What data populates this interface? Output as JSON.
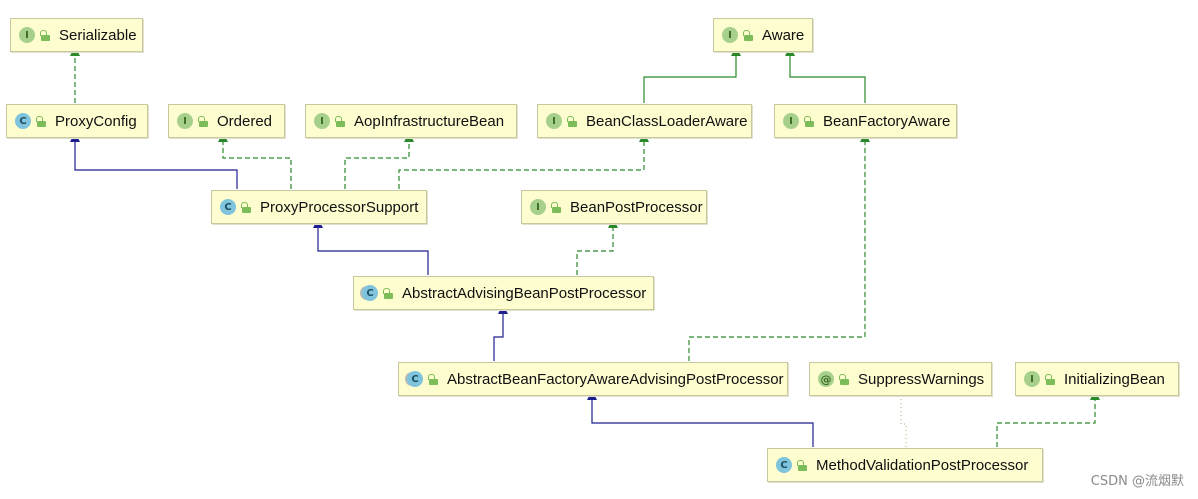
{
  "nodes": {
    "serializable": {
      "kind": "interface",
      "badge": "I",
      "label": "Serializable"
    },
    "aware": {
      "kind": "interface",
      "badge": "I",
      "label": "Aware"
    },
    "proxy_config": {
      "kind": "class",
      "badge": "C",
      "label": "ProxyConfig"
    },
    "ordered": {
      "kind": "interface",
      "badge": "I",
      "label": "Ordered"
    },
    "aop_infrastructure_bean": {
      "kind": "interface",
      "badge": "I",
      "label": "AopInfrastructureBean"
    },
    "bean_class_loader_aware": {
      "kind": "interface",
      "badge": "I",
      "label": "BeanClassLoaderAware"
    },
    "bean_factory_aware": {
      "kind": "interface",
      "badge": "I",
      "label": "BeanFactoryAware"
    },
    "proxy_processor_support": {
      "kind": "class",
      "badge": "C",
      "label": "ProxyProcessorSupport"
    },
    "bean_post_processor": {
      "kind": "interface",
      "badge": "I",
      "label": "BeanPostProcessor"
    },
    "abstract_advising_bean_post_processor": {
      "kind": "abstract-class",
      "badge": "C",
      "label": "AbstractAdvisingBeanPostProcessor"
    },
    "abstract_bean_factory_aware_advising_post_processor": {
      "kind": "abstract-class",
      "badge": "C",
      "label": "AbstractBeanFactoryAwareAdvisingPostProcessor"
    },
    "suppress_warnings": {
      "kind": "annotation",
      "badge": "@",
      "label": "SuppressWarnings"
    },
    "initializing_bean": {
      "kind": "interface",
      "badge": "I",
      "label": "InitializingBean"
    },
    "method_validation_post_processor": {
      "kind": "class",
      "badge": "C",
      "label": "MethodValidationPostProcessor"
    }
  },
  "colors": {
    "extends": "#1f1f8f",
    "implements": "#2a8a2a",
    "annotation": "#c8b48a"
  },
  "watermark": "CSDN @流烟默"
}
